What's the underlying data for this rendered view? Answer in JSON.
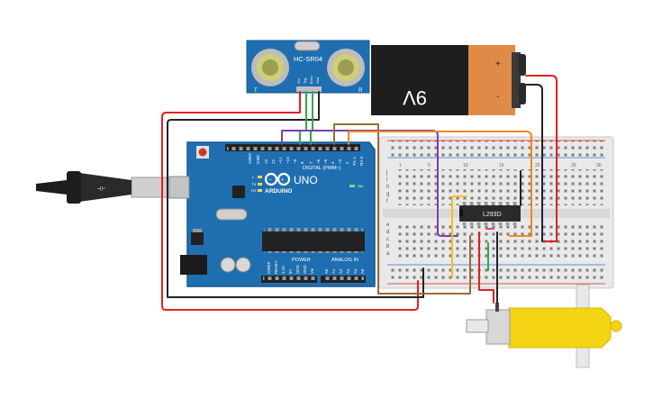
{
  "sensor": {
    "model": "HC-SR04",
    "pins": [
      "Vcc",
      "Trig",
      "Echo",
      "Gnd"
    ],
    "side_left": "T",
    "side_right": "R"
  },
  "battery": {
    "label": "9V",
    "plus": "+",
    "minus": "-"
  },
  "arduino": {
    "brand": "ARDUINO",
    "model": "UNO",
    "digital_label": "DIGITAL (PWM~)",
    "digital_pins": [
      "AREF",
      "GND",
      "13",
      "12",
      "~11",
      "~10",
      "~9",
      "8",
      "7",
      "~6",
      "~5",
      "4",
      "~3",
      "2",
      "TX 1",
      "RX 0"
    ],
    "power_label": "POWER",
    "analog_label": "ANALOG IN",
    "power_pins": [
      "IOREF",
      "RESET",
      "3.3V",
      "5V",
      "GND",
      "GND",
      "Vin"
    ],
    "analog_pins": [
      "A0",
      "A1",
      "A2",
      "A3",
      "A4",
      "A5"
    ],
    "led_labels": [
      "L",
      "TX",
      "RX"
    ],
    "on_label": "ON"
  },
  "chip": {
    "label": "L293D"
  },
  "breadboard": {
    "rows_top": [
      "j",
      "i",
      "h",
      "g",
      "f"
    ],
    "rows_bottom": [
      "e",
      "d",
      "c",
      "b",
      "a"
    ],
    "col_labels": [
      "1",
      "5",
      "10",
      "15",
      "20",
      "25",
      "30"
    ]
  },
  "colors": {
    "red": "#e02020",
    "black": "#222222",
    "green": "#2fa84f",
    "purple": "#7a3fb0",
    "brown": "#9a6a3a",
    "orange": "#ee8a1a",
    "yellow": "#f2c21a",
    "pink": "#e63a8c",
    "board": "#1f6fb0",
    "motor": "#f5d315"
  }
}
